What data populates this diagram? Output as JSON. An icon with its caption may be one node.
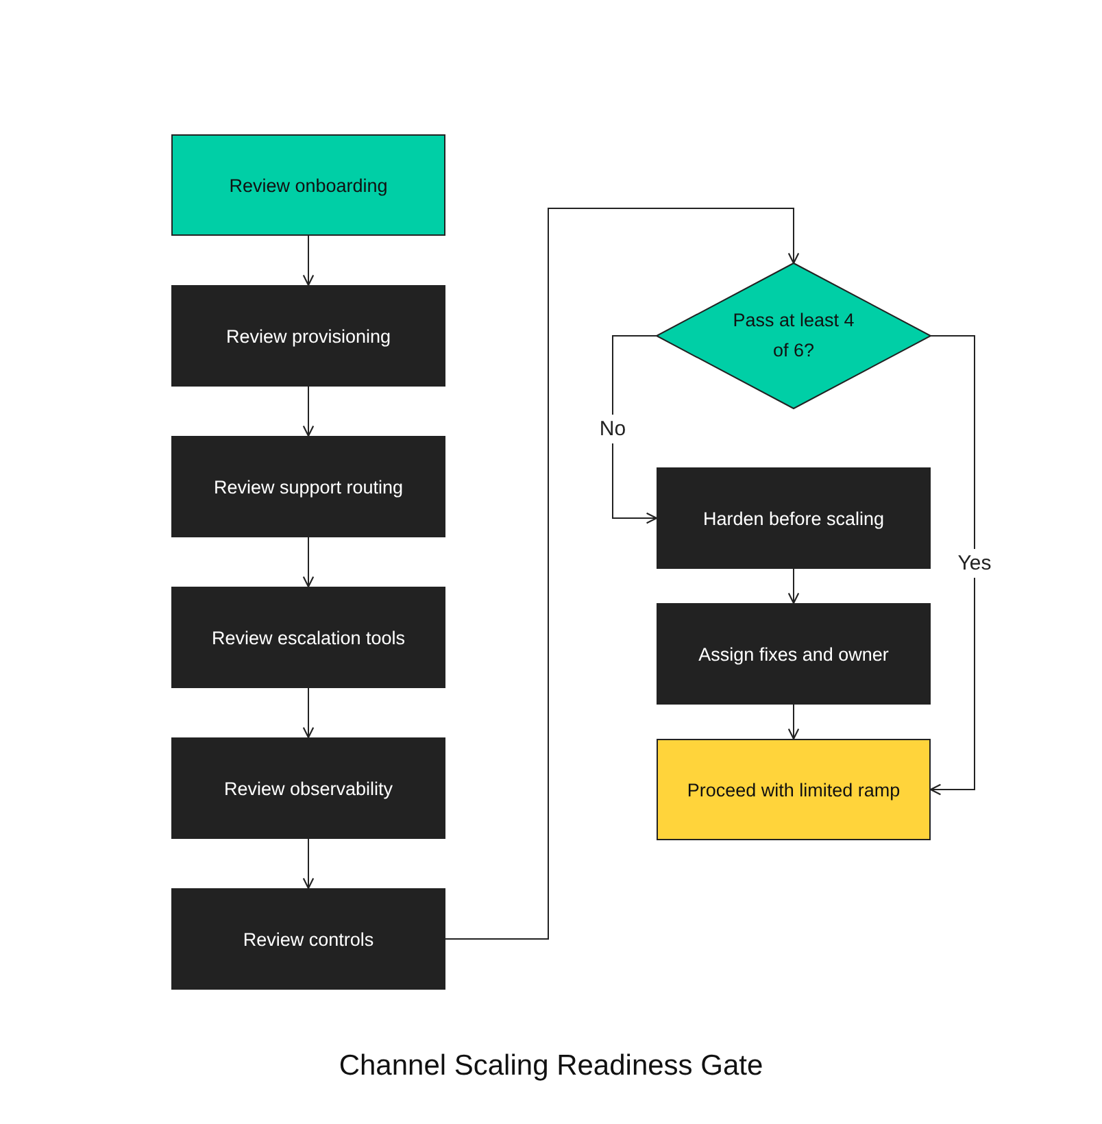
{
  "diagram": {
    "title": "Channel Scaling Readiness Gate",
    "nodes": [
      {
        "text": [
          "Review onboarding"
        ]
      },
      {
        "text": [
          "Review provisioning"
        ]
      },
      {
        "text": [
          "Review support routing"
        ]
      },
      {
        "text": [
          "Review escalation tools"
        ]
      },
      {
        "text": [
          "Review observability"
        ]
      },
      {
        "text": [
          "Review controls"
        ]
      },
      {
        "text": [
          "Pass at least 4 of 6?"
        ]
      },
      {
        "text": [
          "Harden before scaling"
        ]
      },
      {
        "text": [
          "Assign fixes and owner"
        ]
      },
      {
        "text": [
          "Proceed with limited ramp"
        ]
      }
    ],
    "edges": [
      {
        "from": 0,
        "to": 1,
        "arrow": "to"
      },
      {
        "from": 1,
        "to": 2,
        "arrow": "to"
      },
      {
        "from": 2,
        "to": 3,
        "arrow": "to"
      },
      {
        "from": 3,
        "to": 4,
        "arrow": "to"
      },
      {
        "from": 4,
        "to": 5,
        "arrow": "to"
      },
      {
        "from": 5,
        "to": 6,
        "arrow": "to"
      },
      {
        "from": 6,
        "to": 7,
        "arrow": "to",
        "label": "No"
      },
      {
        "from": 7,
        "to": 8,
        "arrow": "to"
      },
      {
        "from": 8,
        "to": 9,
        "arrow": "to"
      },
      {
        "from": 6,
        "to": 9,
        "arrow": "to",
        "label": "Yes"
      }
    ]
  }
}
